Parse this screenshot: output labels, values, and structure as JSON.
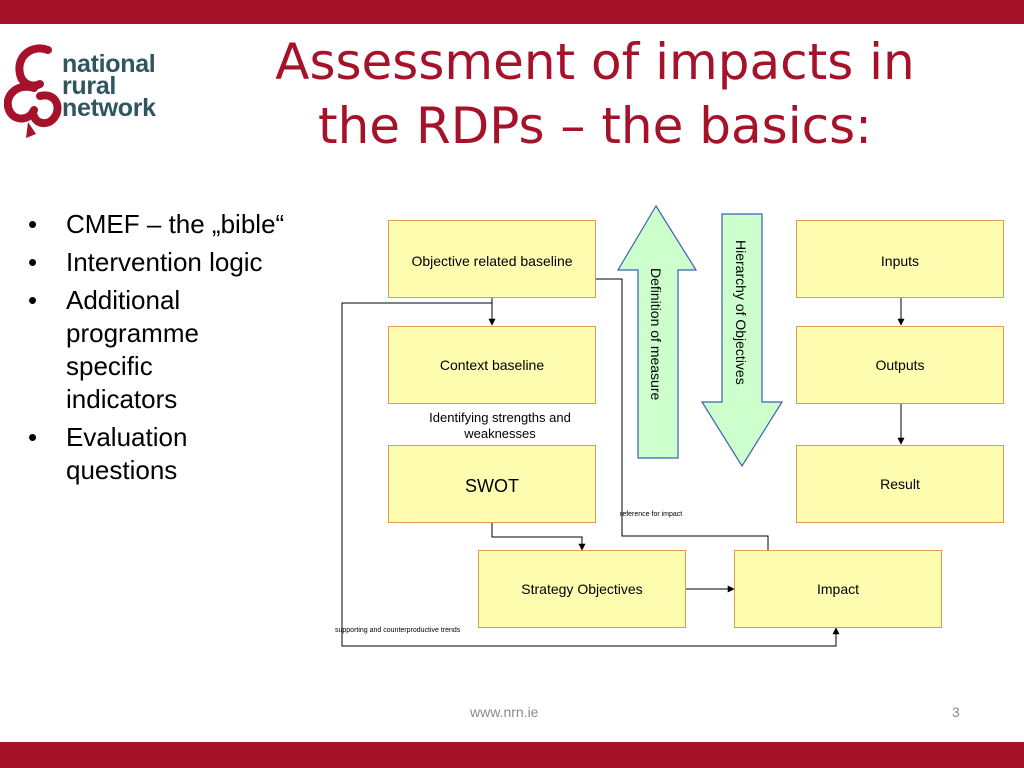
{
  "logo": {
    "line1": "national",
    "line2": "rural",
    "line3": "network"
  },
  "title": {
    "line1": "Assessment of impacts in",
    "line2": "the RDPs – the basics:"
  },
  "bullets": [
    {
      "label": "CMEF – the „bible“"
    },
    {
      "label": "Intervention logic"
    },
    {
      "label": "Additional programme specific indicators"
    },
    {
      "label": "Evaluation questions"
    }
  ],
  "diagram": {
    "boxes": {
      "objective_baseline": "Objective related  baseline",
      "context_baseline": "Context baseline",
      "swot": "SWOT",
      "strategy_objectives": "Strategy Objectives",
      "impact": "Impact",
      "inputs": "Inputs",
      "outputs": "Outputs",
      "result": "Result"
    },
    "arrows": {
      "definition_of_measure": "Definition of measure",
      "hierarchy_of_objectives": "Hierarchy of Objectives"
    },
    "notes": {
      "identifying": "Identifying strengths and weaknesses",
      "reference_for_impact": "reference for impact",
      "supporting_trends": "supporting and counterproductive trends"
    },
    "colors": {
      "box_fill": "#fffdaf",
      "box_border": "#e09a52",
      "arrow_fill": "#ccffcc",
      "arrow_border": "#3a62b5"
    }
  },
  "footer": {
    "url": "www.nrn.ie",
    "page": "3"
  },
  "colors": {
    "accent": "#a5122a",
    "logo_text": "#2f5560"
  }
}
